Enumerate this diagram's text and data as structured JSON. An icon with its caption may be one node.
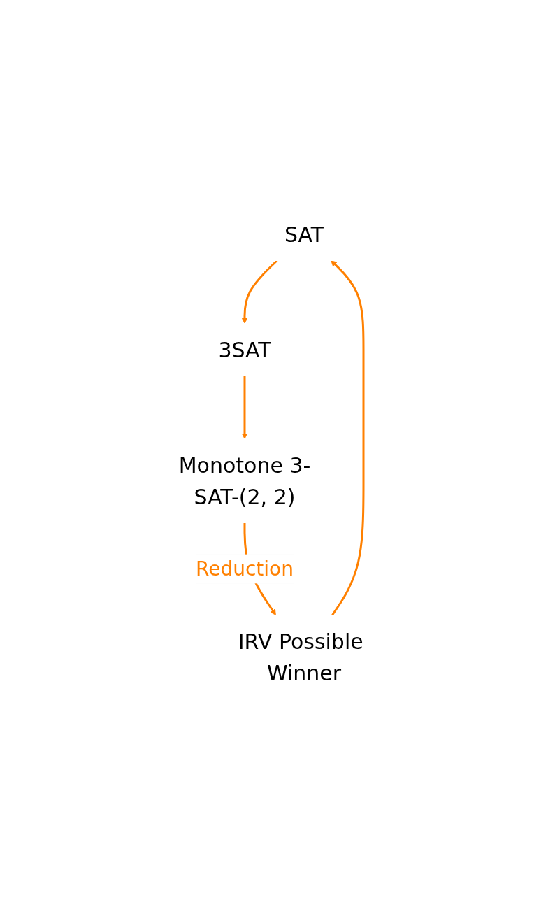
{
  "diagram": {
    "nodes": [
      {
        "text": [
          "SAT"
        ]
      },
      {
        "text": [
          "3SAT"
        ]
      },
      {
        "text": [
          "Monotone 3-SAT-(2, 2)"
        ]
      },
      {
        "text": [
          "IRV Possible Winner"
        ]
      }
    ],
    "edges": [
      {
        "from": 0,
        "to": 1,
        "arrow": "to"
      },
      {
        "from": 1,
        "to": 2,
        "arrow": "to"
      },
      {
        "from": 2,
        "to": 3,
        "arrow": "to",
        "label": "Reduction"
      },
      {
        "from": 3,
        "to": 0,
        "arrow": "to"
      }
    ]
  }
}
